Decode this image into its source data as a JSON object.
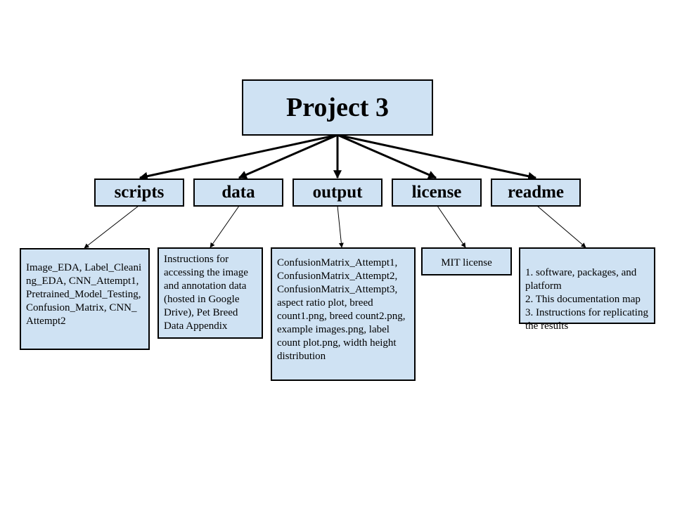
{
  "root": {
    "label": "Project 3"
  },
  "categories": {
    "scripts": "scripts",
    "data": "data",
    "output": "output",
    "license": "license",
    "readme": "readme"
  },
  "descriptions": {
    "scripts": "Image_EDA, Label_Cleaning_EDA, CNN_Attempt1, Pretrained_Model_Testing, Confusion_Matrix, CNN_Attempt2",
    "data": "Instructions for accessing the image and annotation data (hosted in Google Drive), Pet Breed Data Appendix",
    "output": "ConfusionMatrix_Attempt1, ConfusionMatrix_Attempt2, ConfusionMatrix_Attempt3, aspect ratio plot, breed count1.png, breed count2.png, example images.png, label count plot.png, width height distribution",
    "license": "MIT license",
    "readme": "1. software, packages, and platform\n2. This documentation map\n3. Instructions for replicating the results"
  }
}
